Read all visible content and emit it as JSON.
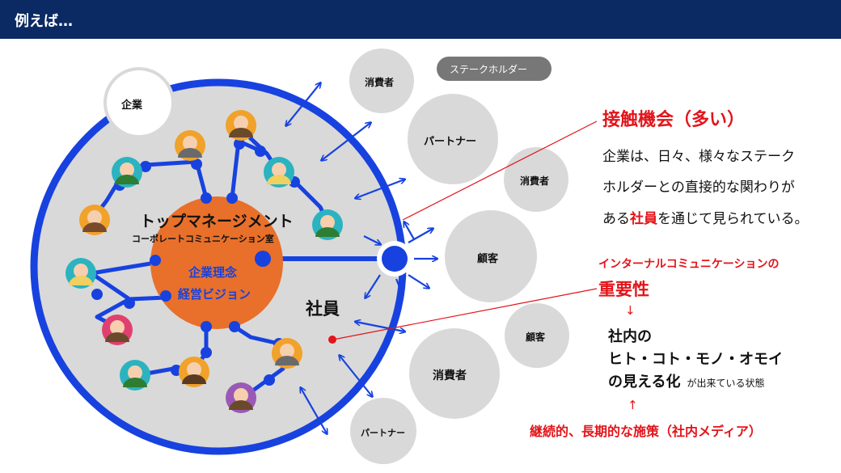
{
  "header": {
    "title": "例えば…"
  },
  "diagram": {
    "company_label": "企業",
    "top_mgmt_title": "トップマネージメント",
    "top_mgmt_sub": "コーポレートコミュニケーション室",
    "core_line1": "企業理念",
    "core_line2": "経営ビジョン",
    "employees_label": "社員",
    "stakeholder_badge": "ステークホルダー",
    "stakeholders": [
      "消費者",
      "パートナー",
      "消費者",
      "顧客",
      "顧客",
      "消費者",
      "パートナー"
    ]
  },
  "callout1": {
    "title": "接触機会（多い）",
    "line1": "企業は、日々、様々なステーク",
    "line2": "ホルダーとの直接的な関わりが",
    "line3_prefix": "ある",
    "line3_highlight": "社員",
    "line3_suffix": "を通じて見られている。"
  },
  "callout2": {
    "heading_small": "インターナルコミュニケーションの",
    "heading_big": "重要性",
    "arrow_down": "↓",
    "line1": "社内の",
    "line2": "ヒト・コト・モノ・オモイ",
    "line3_bold": "の見える化",
    "line3_small": "が出来ている状態",
    "arrow_up": "↑",
    "footer": "継続的、長期的な施策（社内メディア）"
  },
  "colors": {
    "navy": "#0b2a63",
    "blue": "#1742e0",
    "orange": "#e8702a",
    "red": "#e3141a",
    "grey": "#d9d9d9",
    "badge": "#777777"
  }
}
